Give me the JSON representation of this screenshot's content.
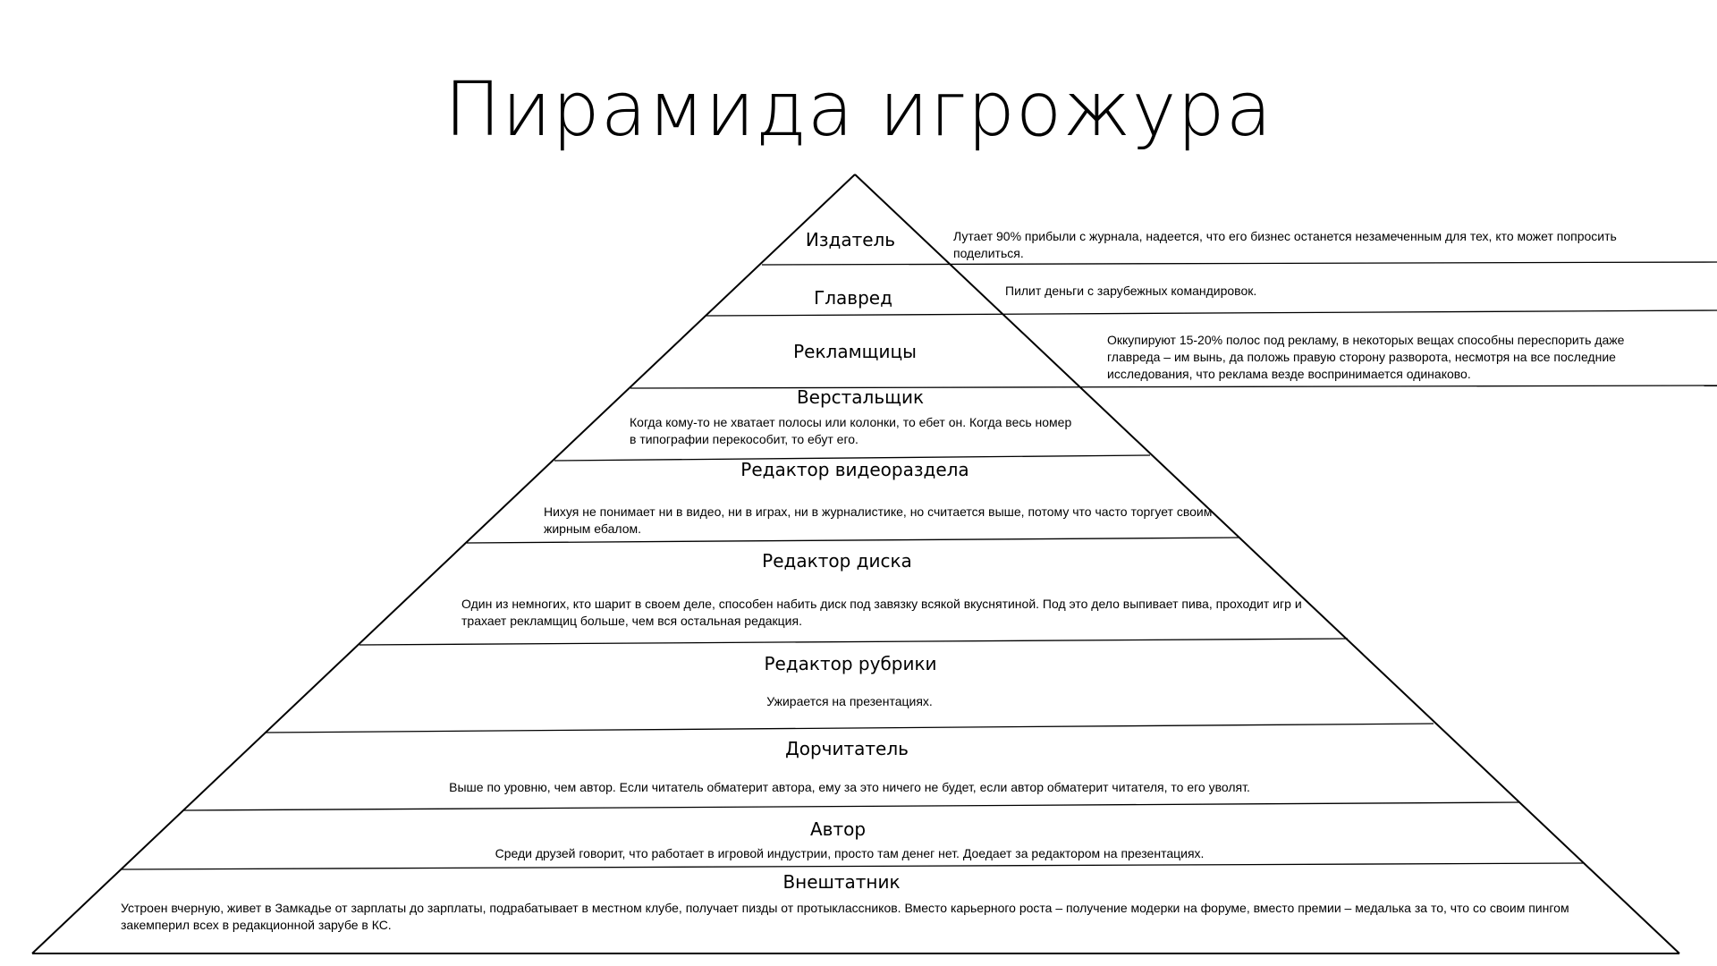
{
  "title": "Пирамида игрожура",
  "tiers": [
    {
      "name": "Издатель",
      "description": "Лутает 90% прибыли с журнала, надеется, что его бизнес останется незамеченным для тех, кто может попросить поделиться."
    },
    {
      "name": "Главред",
      "description": "Пилит деньги с зарубежных командировок."
    },
    {
      "name": "Рекламщицы",
      "description": "Оккупируют 15-20% полос под рекламу, в некоторых вещах способны переспорить даже главреда – им вынь, да положь правую сторону разворота, несмотря на все последние исследования, что реклама везде воспринимается одинаково."
    },
    {
      "name": "Верстальщик",
      "description": "Когда кому-то не хватает полосы или колонки, то ебет он. Когда весь номер в типографии перекособит, то ебут его."
    },
    {
      "name": "Редактор видеораздела",
      "description": "Нихуя не понимает ни в видео, ни в играх, ни в журналистике, но считается выше, потому что часто торгует своим жирным ебалом."
    },
    {
      "name": "Редактор диска",
      "description": "Один из немногих, кто шарит в своем деле, способен набить диск под завязку всякой вкуснятиной. Под это дело выпивает пива, проходит игр и трахает рекламщиц больше, чем вся остальная редакция."
    },
    {
      "name": "Редактор рубрики",
      "description": "Ужирается на презентациях."
    },
    {
      "name": "Дорчитатель",
      "description": "Выше по уровню, чем автор. Если читатель обматерит автора, ему за это ничего не будет, если автор обматерит читателя, то его уволят."
    },
    {
      "name": "Автор",
      "description": "Среди друзей говорит, что работает в игровой индустрии, просто там денег нет. Доедает за редактором на презентациях."
    },
    {
      "name": "Внештатник",
      "description": "Устроен вчерную, живет в Замкадье от зарплаты до зарплаты, подрабатывает в местном клубе, получает пизды от протыкласcников. Вместо карьерного роста – получение модерки на форуме, вместо премии – медалька за то, что со своим пингом закемперил всех в редакционной зарубе в КС."
    }
  ]
}
